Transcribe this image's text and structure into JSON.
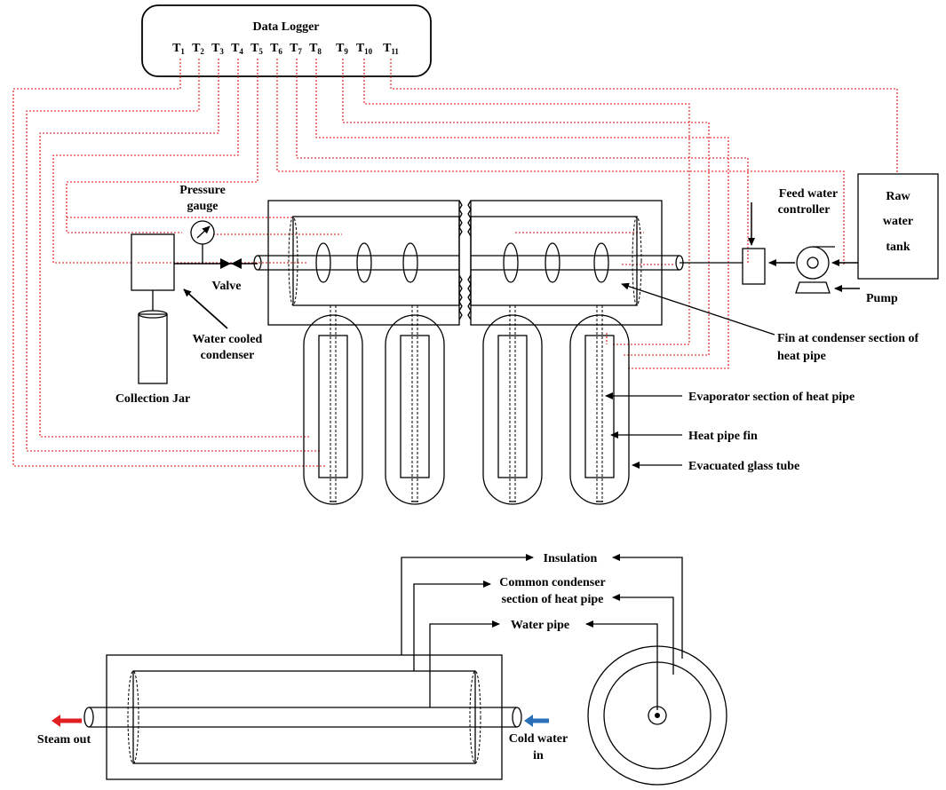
{
  "logger": {
    "title": "Data Logger",
    "channels": [
      {
        "base": "T",
        "sub": "1"
      },
      {
        "base": "T",
        "sub": "2"
      },
      {
        "base": "T",
        "sub": "3"
      },
      {
        "base": "T",
        "sub": "4"
      },
      {
        "base": "T",
        "sub": "5"
      },
      {
        "base": "T",
        "sub": "6"
      },
      {
        "base": "T",
        "sub": "7"
      },
      {
        "base": "T",
        "sub": "8"
      },
      {
        "base": "T",
        "sub": "9"
      },
      {
        "base": "T",
        "sub": "10"
      },
      {
        "base": "T",
        "sub": "11"
      }
    ]
  },
  "labels": {
    "pressure_gauge": [
      "Pressure",
      "gauge"
    ],
    "valve": "Valve",
    "water_cooled_condenser": [
      "Water cooled",
      "condenser"
    ],
    "collection_jar": "Collection Jar",
    "feed_water_controller": [
      "Feed water",
      "controller"
    ],
    "raw_water_tank": [
      "Raw",
      "water",
      "tank"
    ],
    "pump": "Pump",
    "fin_condenser": [
      "Fin at condenser section of",
      "heat pipe"
    ],
    "evaporator_section": "Evaporator section of heat pipe",
    "heat_pipe_fin": "Heat pipe fin",
    "evacuated_glass_tube": "Evacuated glass tube",
    "insulation": "Insulation",
    "common_condenser": [
      "Common condenser",
      "section of heat pipe"
    ],
    "water_pipe": "Water pipe",
    "steam_out": "Steam out",
    "cold_water_in": [
      "Cold water",
      "in"
    ]
  },
  "colors": {
    "thermocouple_wire": "#d11111",
    "steam_arrow": "#e02020",
    "cold_water_arrow": "#2a6fb8",
    "line": "#000000"
  }
}
